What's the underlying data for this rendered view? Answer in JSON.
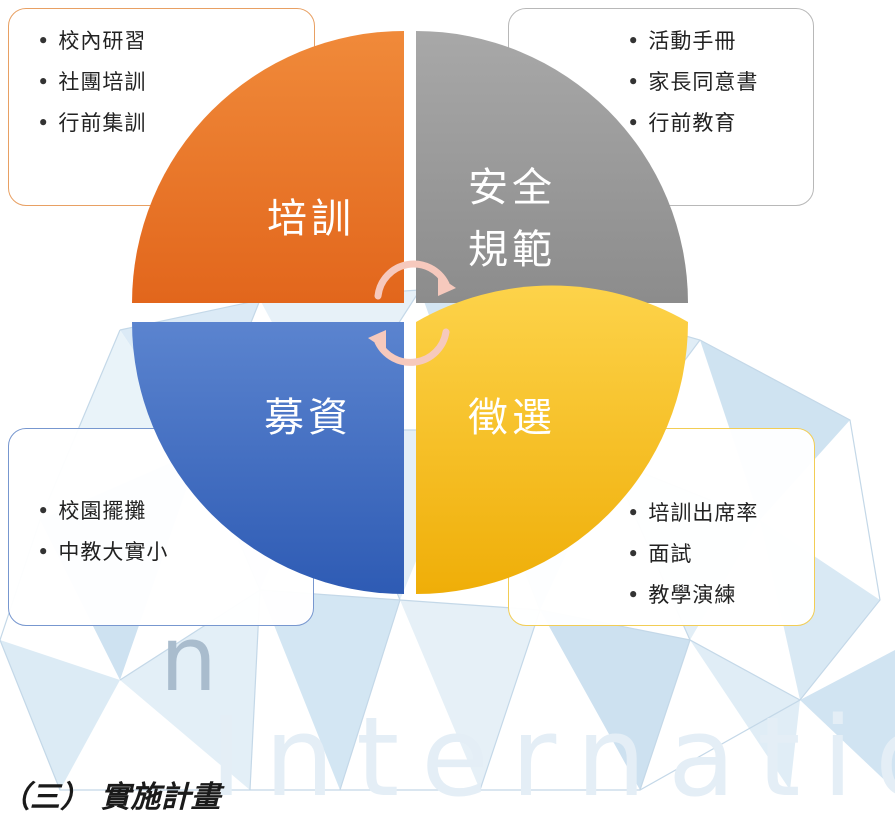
{
  "colors": {
    "training": "#e8752a",
    "safety": "#999999",
    "recruit": "#3e69c0",
    "selection": "#f6bd1a",
    "arrow": "#f6c9bd"
  },
  "quadrants": {
    "training": {
      "label": "培訓"
    },
    "safety": {
      "line1": "安全",
      "line2": "規範"
    },
    "recruit": {
      "label": "募資"
    },
    "selection": {
      "label": "徵選"
    }
  },
  "boxes": {
    "training": {
      "items": [
        "校內研習",
        "社團培訓",
        "行前集訓"
      ]
    },
    "safety": {
      "items": [
        "活動手冊",
        "家長同意書",
        "行前教育"
      ]
    },
    "recruit": {
      "items": [
        "校園擺攤",
        "中教大實小"
      ]
    },
    "selection": {
      "items": [
        "培訓出席率",
        "面試",
        "教學演練"
      ]
    }
  },
  "watermark": {
    "word": "International",
    "letter": "n"
  },
  "footer": {
    "title": "（三） 實施計畫"
  }
}
